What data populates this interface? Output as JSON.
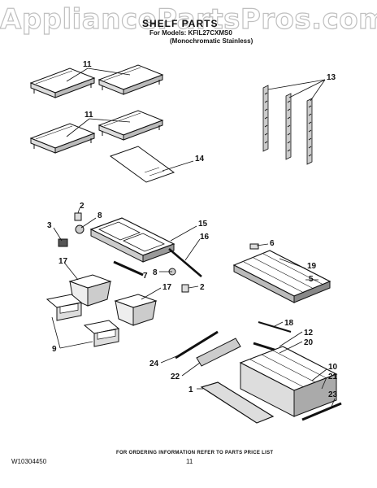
{
  "watermark": "AppliancePartsPros.com",
  "header": {
    "title": "SHELF PARTS",
    "models_line": "For Models: KFIL27CXMS0",
    "variant_line": "(Monochromatic Stainless)"
  },
  "callouts": [
    "11",
    "11",
    "13",
    "14",
    "2",
    "8",
    "3",
    "15",
    "16",
    "6",
    "17",
    "7",
    "8",
    "19",
    "5",
    "17",
    "2",
    "18",
    "9",
    "12",
    "20",
    "24",
    "22",
    "10",
    "21",
    "1",
    "23"
  ],
  "footer": {
    "ordering_note": "FOR ORDERING INFORMATION REFER TO PARTS PRICE LIST",
    "doc_number": "W10304450",
    "page_number": "11"
  },
  "colors": {
    "ink": "#111111",
    "watermark": "#b9b9b9",
    "background": "#ffffff"
  }
}
